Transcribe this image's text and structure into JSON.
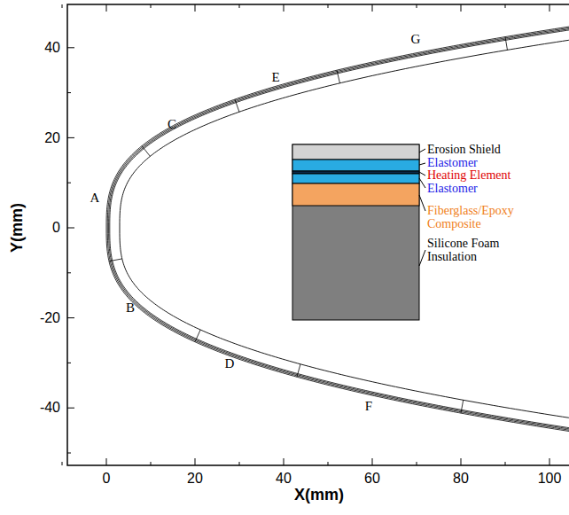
{
  "diagram": {
    "labels": [
      "40",
      "20",
      "0",
      "-20",
      "-40",
      "Y(mm)",
      "0",
      "20",
      "40",
      "60",
      "80",
      "100",
      "X(mm)",
      "G",
      "E",
      "C",
      "A",
      "B",
      "D",
      "F",
      "Erosion Shield",
      "Elastomer",
      "Heating Element",
      "Elastomer",
      "Fiberglass/Epoxy Composite",
      "Silicone Foam Insulation"
    ]
  }
}
